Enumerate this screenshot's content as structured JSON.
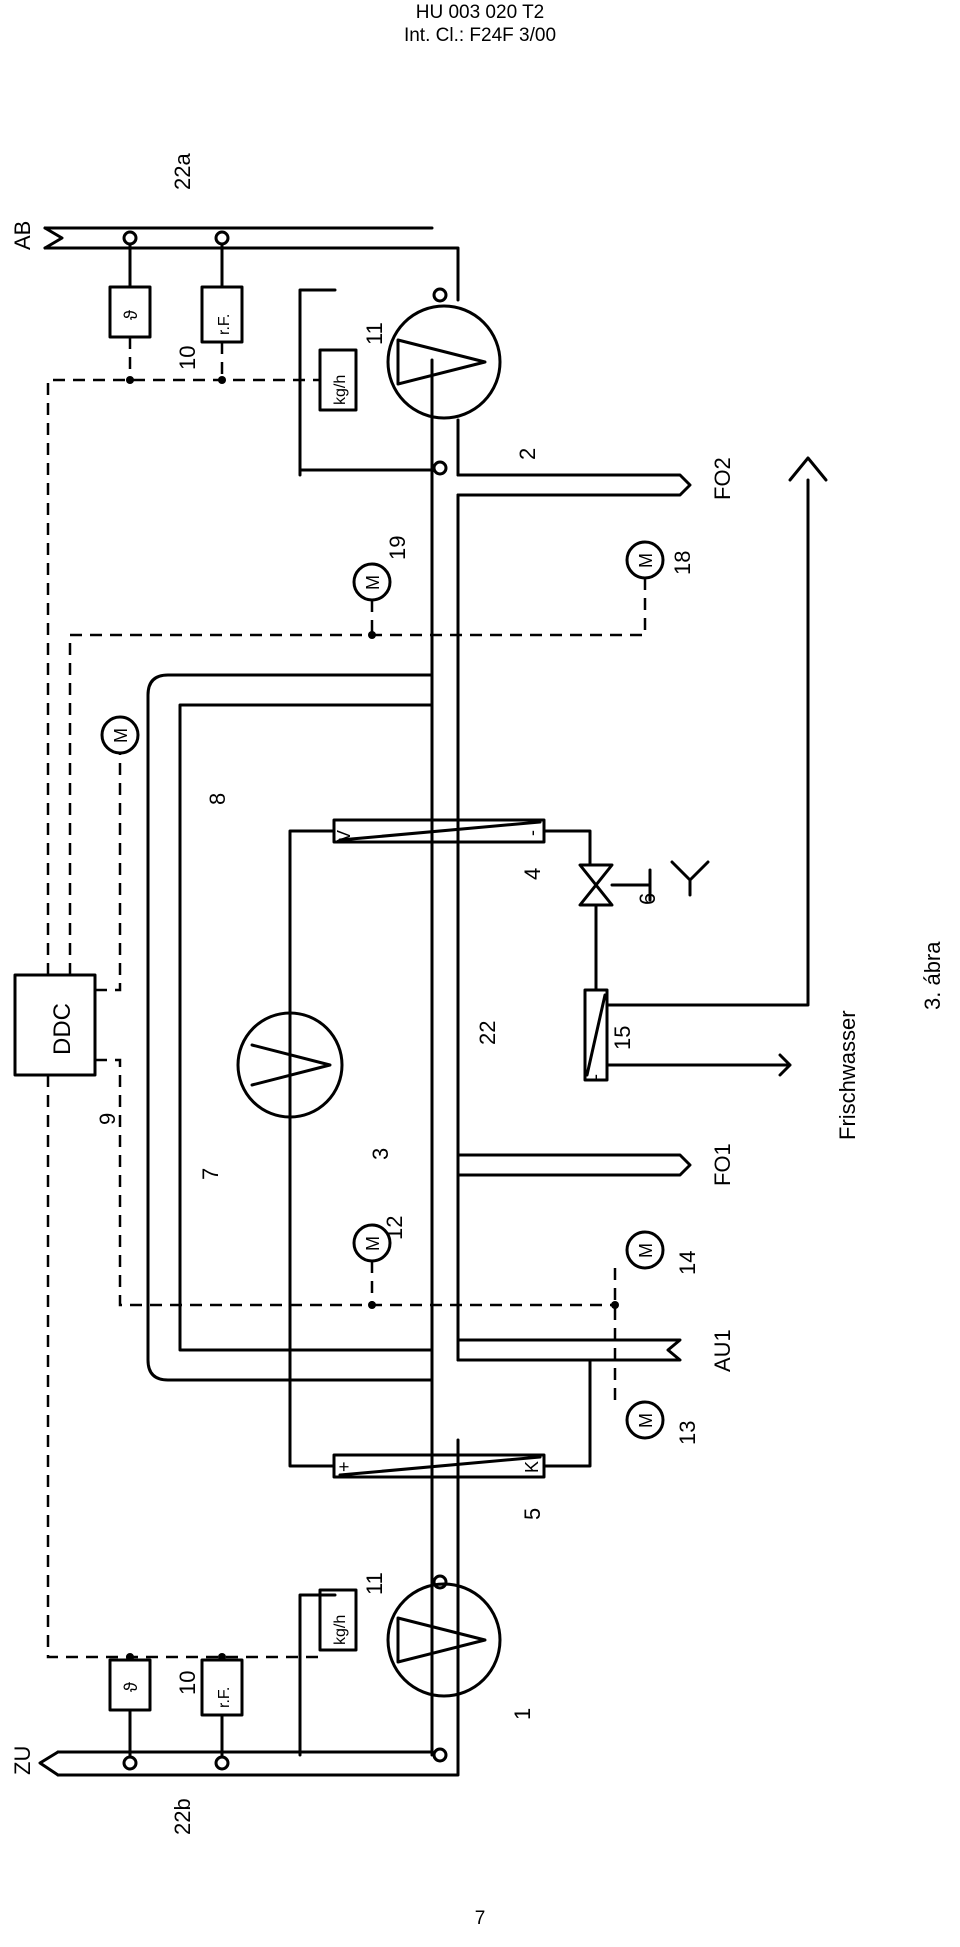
{
  "header": {
    "patent_number": "HU 003 020 T2",
    "classification": "Int. Cl.: F24F 3/00"
  },
  "figure": {
    "caption": "3. ábra",
    "stream_labels": {
      "exhaust_air": "AB",
      "supply_air": "ZU",
      "outdoor_air": "AU1",
      "outlet_1": "FO1",
      "outlet_2": "FO2",
      "fresh_water": "Frischwasser"
    },
    "component_labels": {
      "supply_fan": "1",
      "exhaust_fan": "2",
      "heat_recovery": "3",
      "heat_exchanger_4": "4",
      "heat_exchanger_5": "5",
      "valve": "6",
      "bypass_duct": "7",
      "damper_8": "8",
      "ddc_ref": "9",
      "sensor_group_top": "10",
      "sensor_group_bottom": "10",
      "flow_meter_top": "11",
      "flow_meter_bottom": "11",
      "damper_12": "12",
      "damper_13": "13",
      "damper_14": "14",
      "heat_exchanger_15": "15",
      "damper_18": "18",
      "damper_19": "19",
      "duct_22": "22",
      "duct_22a": "22a",
      "duct_22b": "22b"
    },
    "box_labels": {
      "controller": "DDC",
      "flow_meter": "kg/h",
      "temperature_sensor": "ϑ",
      "humidity_sensor": "r.F.",
      "motor": "M",
      "hx_plus": "+",
      "hx_minus": "-",
      "hx_v": "V",
      "hx_k": "K"
    }
  },
  "page": {
    "number": "7"
  }
}
